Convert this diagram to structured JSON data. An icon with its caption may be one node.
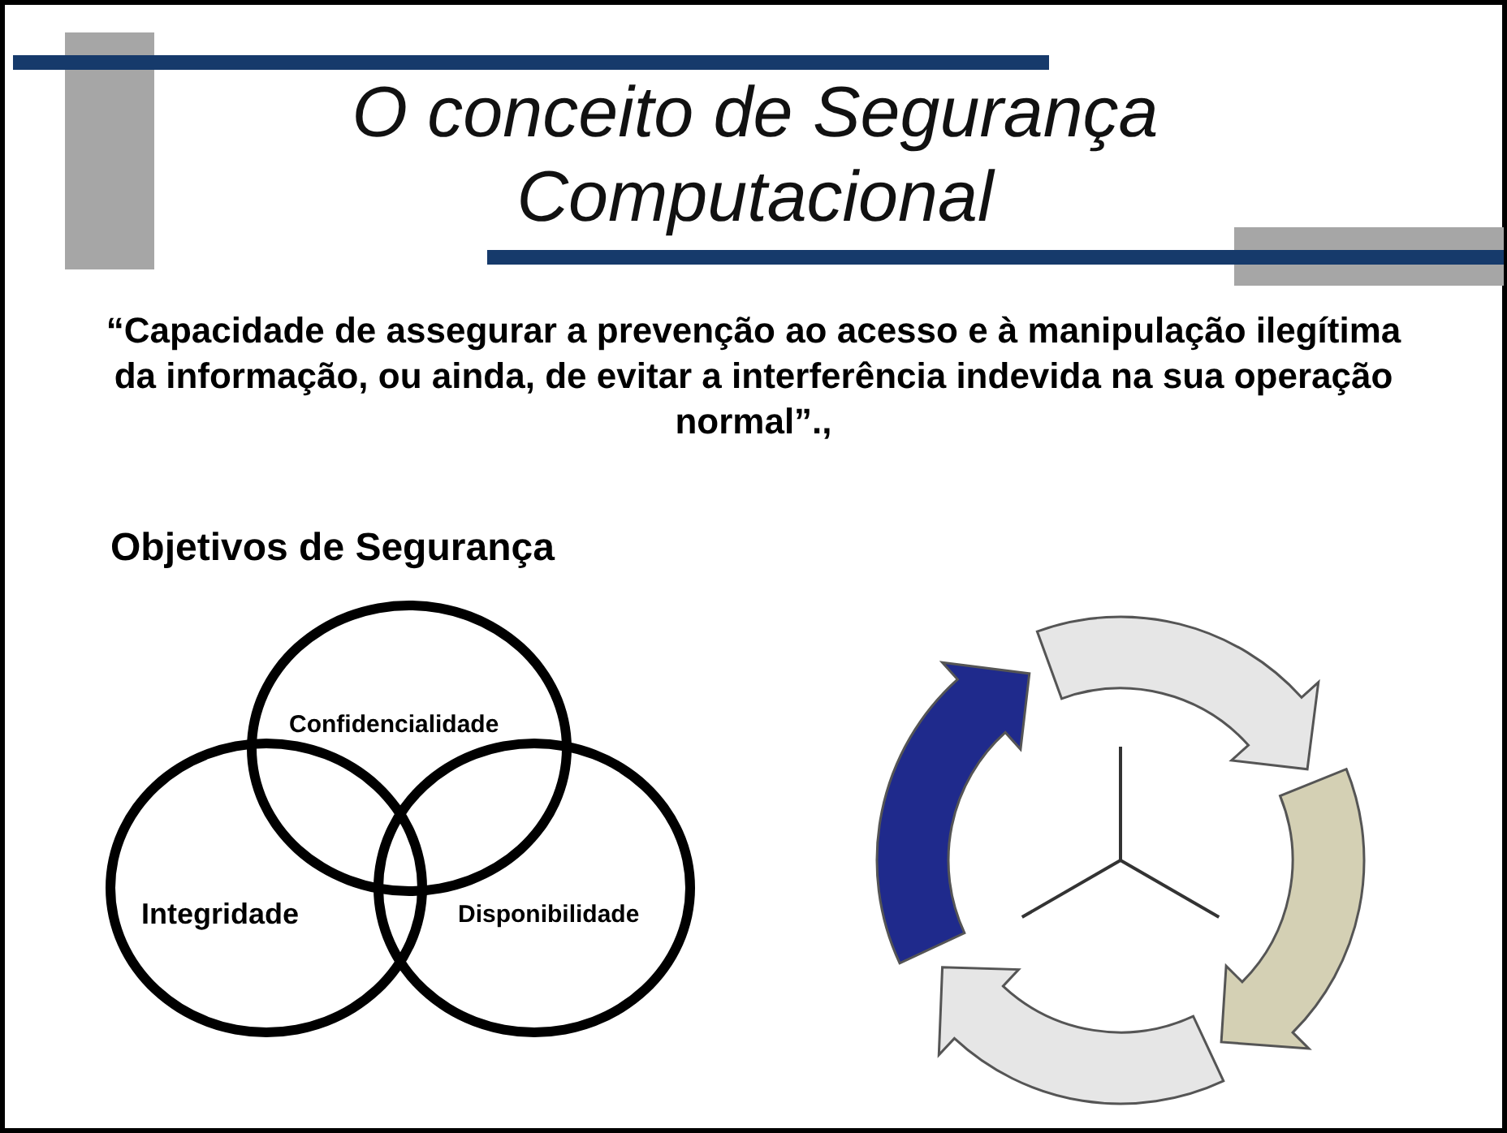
{
  "diagram": {
    "title": "O conceito de Segurança Computacional",
    "nodes": [
      {
        "text": [
          "Confidencialidade"
        ]
      },
      {
        "text": [
          "Integridade"
        ]
      },
      {
        "text": [
          "Disponibilidade"
        ]
      }
    ],
    "labels": [
      "“Capacidade de assegurar a prevenção ao acesso e à manipulação ilegítima da informação, ou ainda, de evitar a interferência indevida na sua operação normal”.,",
      "Objetivos de Segurança"
    ]
  }
}
